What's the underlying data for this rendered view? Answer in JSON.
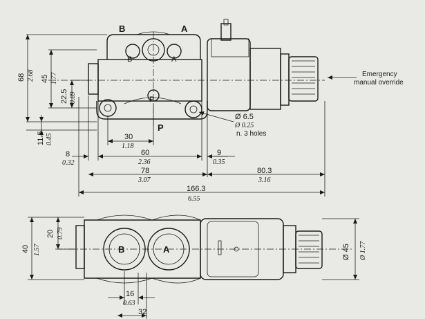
{
  "top_view": {
    "port_b": "B",
    "port_a": "A",
    "port_b_small": "B",
    "port_a_small": "A",
    "port_p": "P",
    "port_p_small": "P",
    "dim_68": "68",
    "dim_68_in": "2.68",
    "dim_45": "45",
    "dim_45_in": "1.77",
    "dim_22_5": "22.5",
    "dim_22_5_in": "0.89",
    "dim_11_5": "11.5",
    "dim_11_5_in": "0.45",
    "dim_30": "30",
    "dim_30_in": "1.18",
    "dim_8": "8",
    "dim_8_in": "0.32",
    "dim_60": "60",
    "dim_60_in": "2.36",
    "dim_9": "9",
    "dim_9_in": "0.35",
    "dim_78": "78",
    "dim_78_in": "3.07",
    "dim_80_3": "80.3",
    "dim_80_3_in": "3.16",
    "dim_166_3": "166.3",
    "dim_166_3_in": "6.55",
    "hole_dia": "Ø 6.5",
    "hole_dia_in": "Ø 0.25",
    "hole_count": "n. 3 holes",
    "override_line1": "Emergency",
    "override_line2": "manual override"
  },
  "bottom_view": {
    "port_b": "B",
    "port_a": "A",
    "dim_40": "40",
    "dim_40_in": "1.57",
    "dim_20": "20",
    "dim_20_in": "0.79",
    "dim_16": "16",
    "dim_16_in": "0.63",
    "dim_32": "32",
    "dim_45_dia": "Ø 45",
    "dim_45_dia_in": "Ø 1.77"
  }
}
